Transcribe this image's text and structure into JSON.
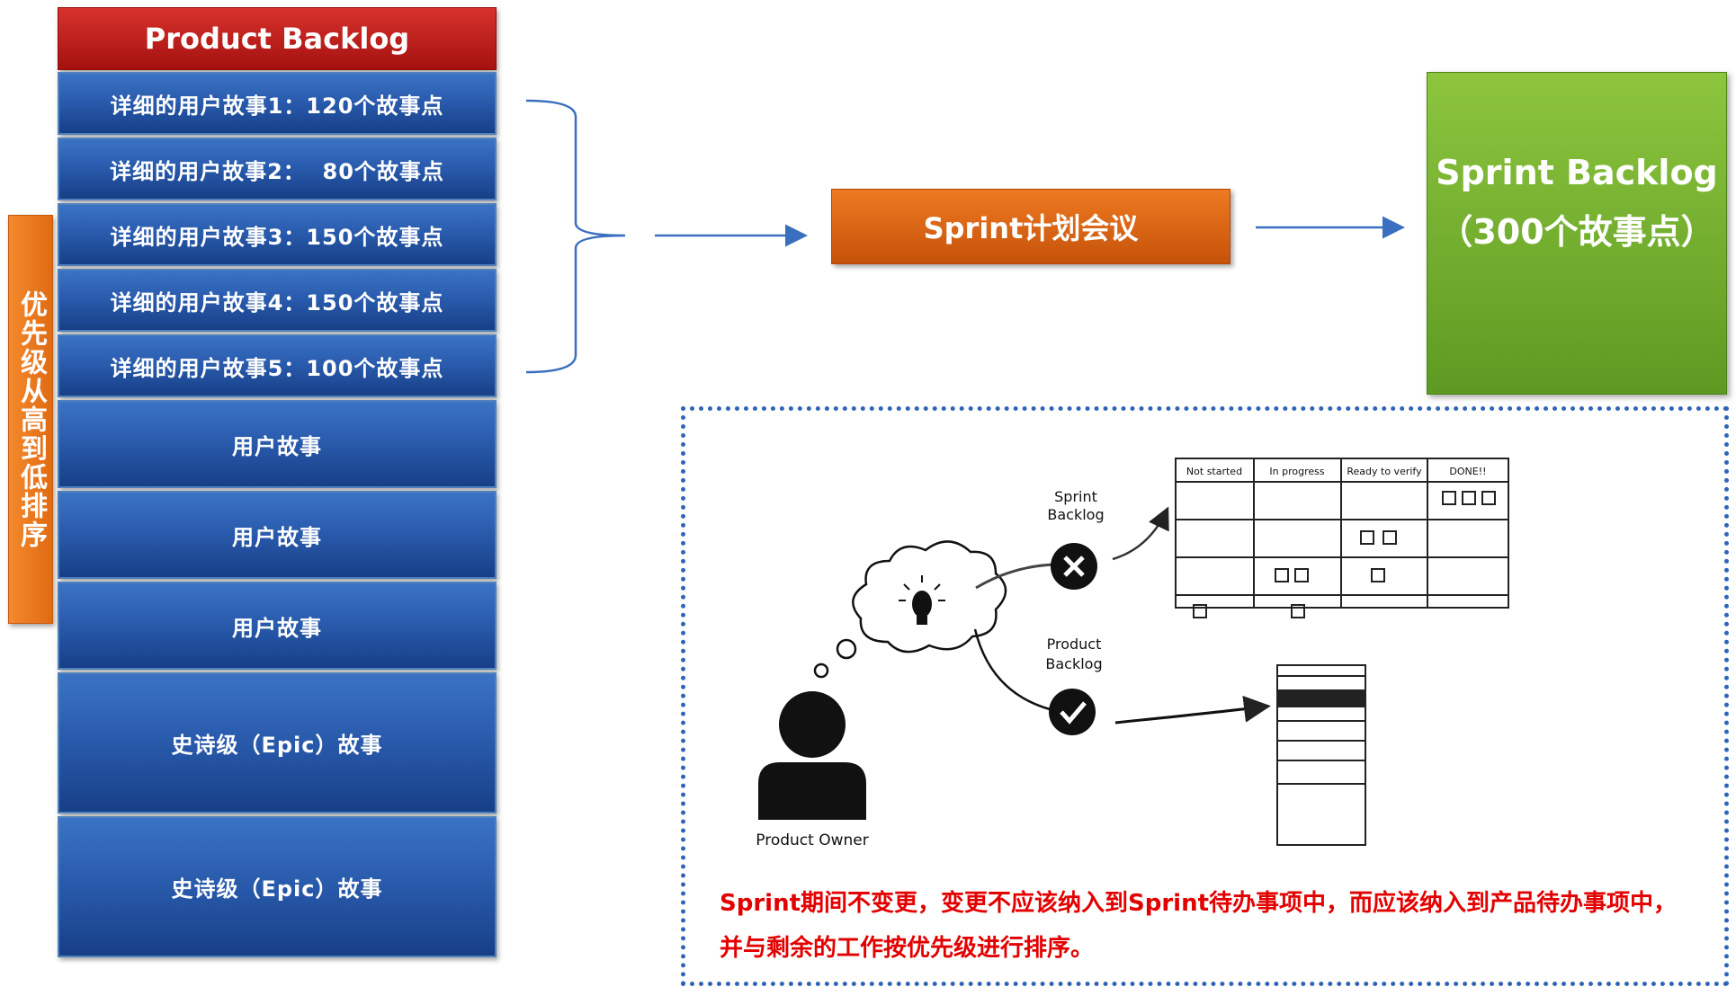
{
  "product_backlog": {
    "title": "Product Backlog",
    "items": [
      "详细的用户故事1：120个故事点",
      "详细的用户故事2：  80个故事点",
      "详细的用户故事3：150个故事点",
      "详细的用户故事4：150个故事点",
      "详细的用户故事5：100个故事点",
      "用户故事",
      "用户故事",
      "用户故事",
      "史诗级（Epic）故事",
      "史诗级（Epic）故事"
    ]
  },
  "priority_label": "优先级从高到低排序",
  "sprint_meeting": "Sprint计划会议",
  "sprint_backlog": {
    "title": "Sprint Backlog",
    "subtitle": "（300个故事点）"
  },
  "illustration": {
    "product_owner": "Product Owner",
    "sprint_backlog_label": [
      "Sprint",
      "Backlog"
    ],
    "product_backlog_label": [
      "Product",
      "Backlog"
    ],
    "board_columns": [
      "Not started",
      "In progress",
      "Ready to verify",
      "DONE!!"
    ]
  },
  "note": {
    "line1": "Sprint期间不变更，变更不应该纳入到Sprint待办事项中，而应该纳入到产品待办事项中，",
    "line2": "并与剩余的工作按优先级进行排序。"
  },
  "colors": {
    "header_red": "#b8201c",
    "item_blue": "#2a5cae",
    "meeting_orange": "#e06b12",
    "sprint_green": "#6aa82b",
    "arrow_blue": "#3a6fc0",
    "note_red": "#e30000"
  }
}
